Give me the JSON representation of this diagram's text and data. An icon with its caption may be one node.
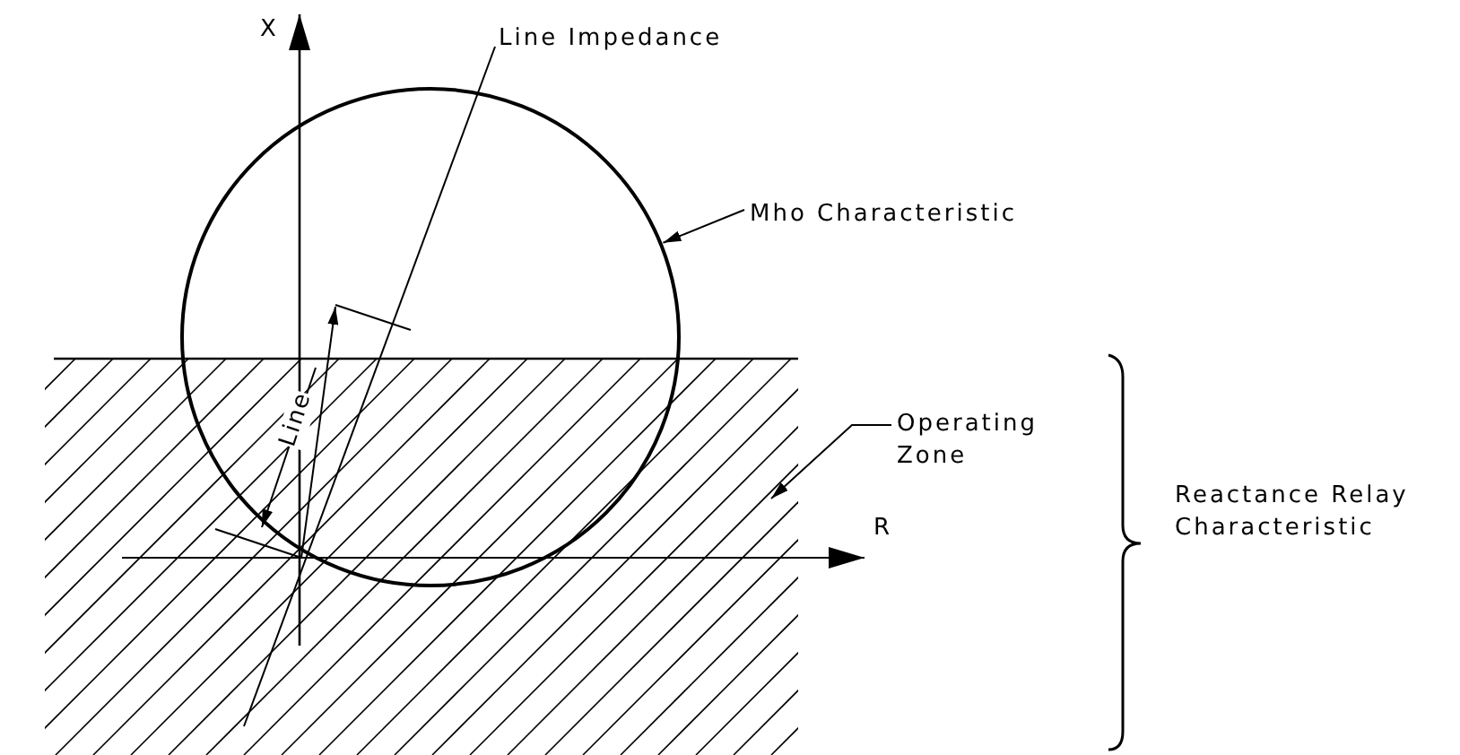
{
  "diagram": {
    "nodes": [
      {
        "text": [
          "Line Impedance"
        ]
      },
      {
        "text": [
          "Mho Characteristic"
        ]
      },
      {
        "text": [],
        "shape": "circle"
      },
      {
        "text": [
          "Operating Zone"
        ]
      },
      {
        "text": [
          "Reactance Relay Characteristic"
        ]
      }
    ],
    "edges": [
      {
        "from": 1,
        "to": 2,
        "arrow": "to"
      },
      {
        "from": 3,
        "to": null,
        "arrow": "to"
      },
      {
        "from": 0,
        "to": null,
        "arrow": "none"
      }
    ],
    "labels": [
      "X",
      "Line",
      "R"
    ]
  }
}
